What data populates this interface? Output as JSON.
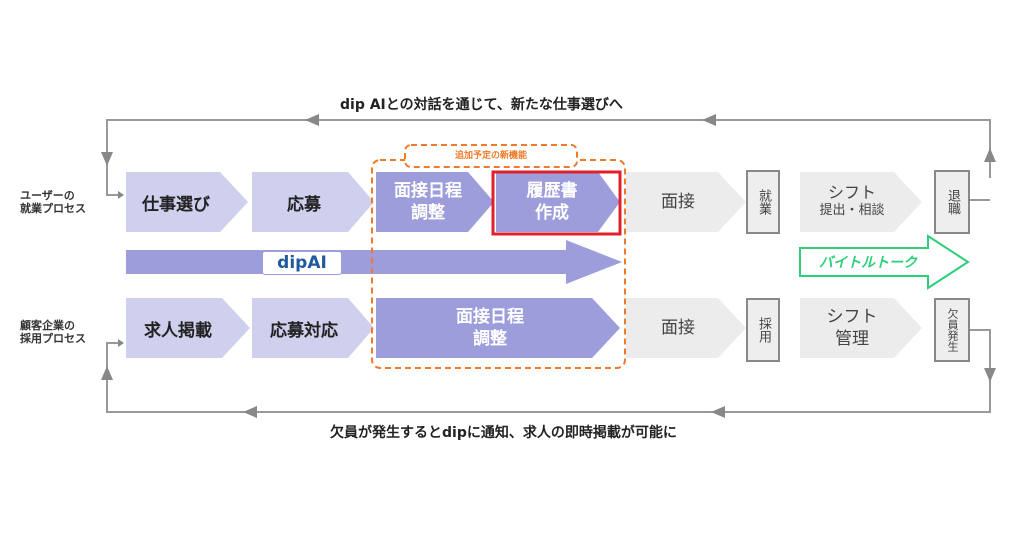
{
  "top_caption": "dip AIとの対話を通じて、新たな仕事選びへ",
  "bottom_caption": "欠員が発生するとdipに通知、求人の即時掲載が可能に",
  "user_row": {
    "label_line1": "ユーザーの",
    "label_line2": "就業プロセス",
    "steps": [
      {
        "line1": "仕事選び",
        "line2": ""
      },
      {
        "line1": "応募",
        "line2": ""
      },
      {
        "line1": "面接日程",
        "line2": "調整"
      },
      {
        "line1": "履歴書",
        "line2": "作成"
      },
      {
        "line1": "面接",
        "line2": ""
      },
      {
        "line1": "シフト",
        "line2": "提出・相談"
      }
    ],
    "box_employment": "就業",
    "box_retire": "退職"
  },
  "company_row": {
    "label_line1": "顧客企業の",
    "label_line2": "採用プロセス",
    "steps": [
      {
        "line1": "求人掲載",
        "line2": ""
      },
      {
        "line1": "応募対応",
        "line2": ""
      },
      {
        "line1": "面接日程",
        "line2": "調整"
      },
      {
        "line1": "面接",
        "line2": ""
      },
      {
        "line1": "シフト",
        "line2": "管理"
      }
    ],
    "box_hire": "採用",
    "box_vacancy": "欠員発生"
  },
  "new_feature_label": "追加予定の新機能",
  "dipai_label": "dipAI",
  "baitoru_label": "バイトルトーク",
  "colors": {
    "light_purple": "#cfcfee",
    "dark_purple": "#9d9ddc",
    "grey": "#ececec",
    "orange": "#f07a2a",
    "red": "#e0202a",
    "green": "#2ecf7a",
    "dipai_blue": "#1f5aa0"
  }
}
